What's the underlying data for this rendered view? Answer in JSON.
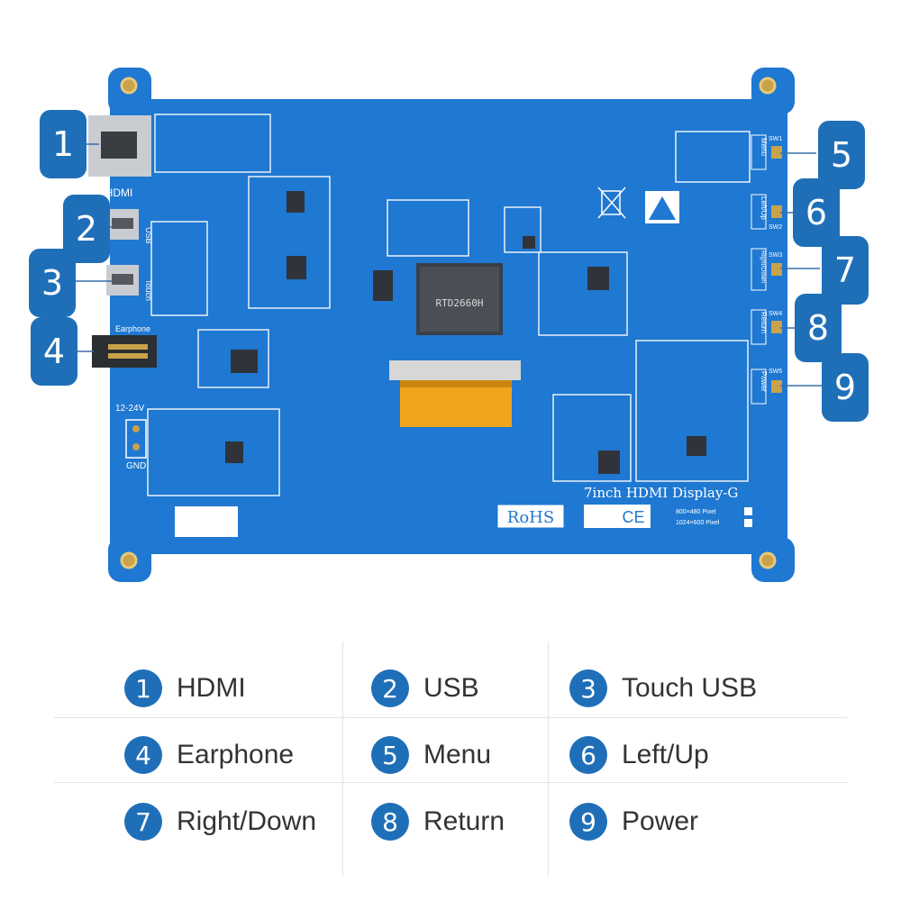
{
  "board": {
    "labels": {
      "hdmi_port": "HDMI",
      "usb_port": "USB",
      "touch_port": "Touch",
      "earphone": "Earphone",
      "power_in": "12-24V",
      "gnd": "GND",
      "rohs": "RoHS",
      "ce": "CE",
      "product_name": "7inch HDMI Display-G",
      "res1": "800×480 Pixel",
      "res2": "1024×600 Pixel",
      "chip": "RTD2660H",
      "sw_menu": "Menu",
      "sw_left": "Left/Up",
      "sw_right": "Right/Down",
      "sw_return": "Return",
      "sw_power": "Power",
      "sw1": "SW1",
      "sw2": "SW2",
      "sw3": "SW3",
      "sw4": "SW4",
      "sw5": "SW5"
    },
    "colors": {
      "pcb": "#1f78d1",
      "pcb_dark": "#1662b0",
      "callout": "#1f6fb8",
      "pad": "#c9a24a"
    }
  },
  "callouts": [
    "1",
    "2",
    "3",
    "4",
    "5",
    "6",
    "7",
    "8",
    "9"
  ],
  "legend": [
    {
      "num": "1",
      "label": "HDMI"
    },
    {
      "num": "2",
      "label": "USB"
    },
    {
      "num": "3",
      "label": "Touch USB"
    },
    {
      "num": "4",
      "label": "Earphone"
    },
    {
      "num": "5",
      "label": "Menu"
    },
    {
      "num": "6",
      "label": "Left/Up"
    },
    {
      "num": "7",
      "label": "Right/Down"
    },
    {
      "num": "8",
      "label": "Return"
    },
    {
      "num": "9",
      "label": "Power"
    }
  ]
}
